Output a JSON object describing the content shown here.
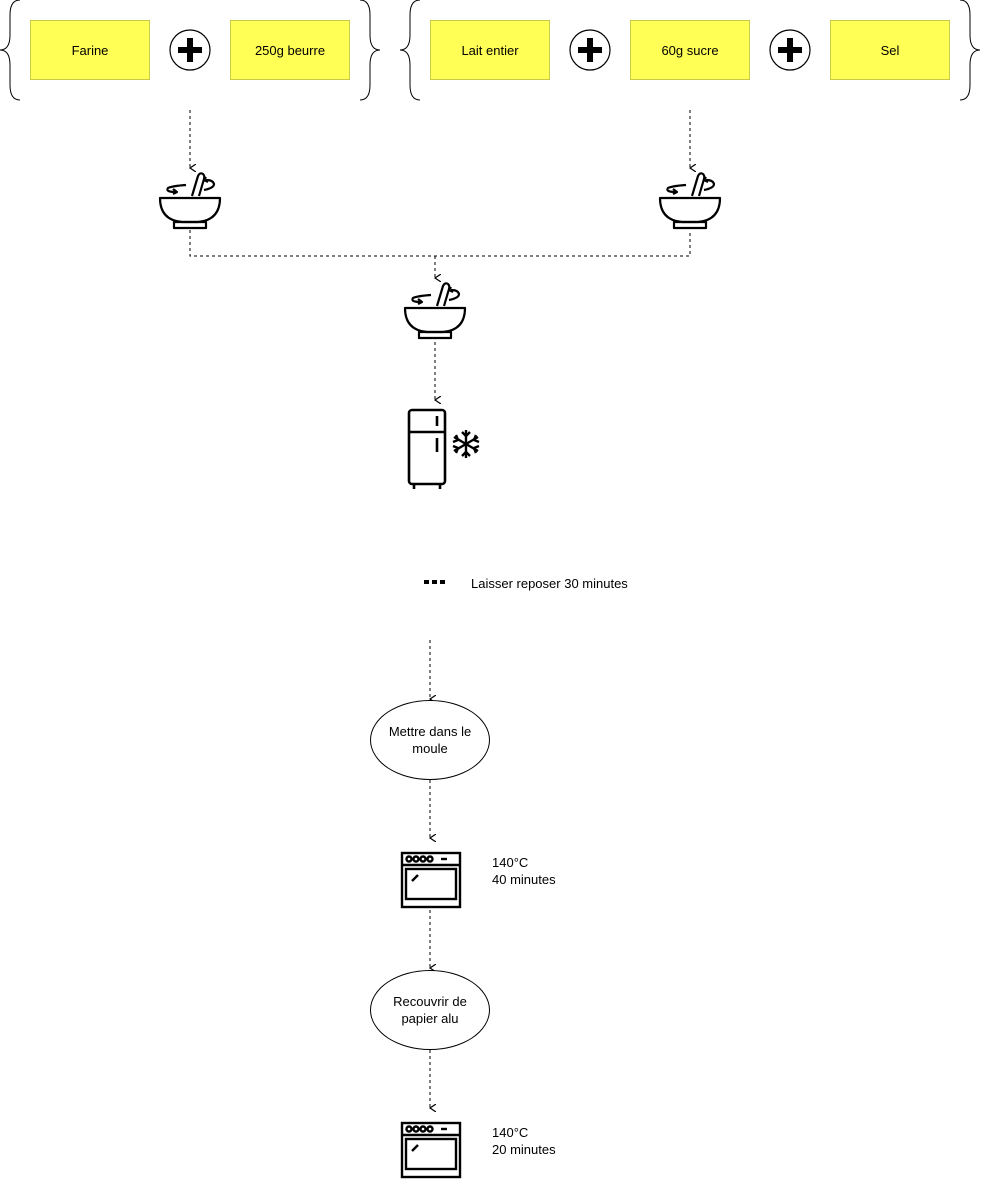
{
  "ingredients_group_1": [
    {
      "label": "Farine"
    },
    {
      "label": "250g beurre"
    }
  ],
  "ingredients_group_2": [
    {
      "label": "Lait entier"
    },
    {
      "label": "60g sucre"
    },
    {
      "label": "Sel"
    }
  ],
  "rest_note": "Laisser reposer 30 minutes",
  "step_mold": "Mettre dans le moule",
  "bake_1": {
    "temp": "140°C",
    "time": "40 minutes"
  },
  "step_cover": "Recouvrir de papier alu",
  "bake_2": {
    "temp": "140°C",
    "time": "20 minutes"
  },
  "colors": {
    "ingredient_fill": "#ffff55",
    "line": "#000000"
  },
  "icons": [
    "mixing-bowl-icon",
    "refrigerator-icon",
    "snowflake-icon",
    "oven-icon",
    "plus-icon",
    "ellipsis-icon"
  ]
}
